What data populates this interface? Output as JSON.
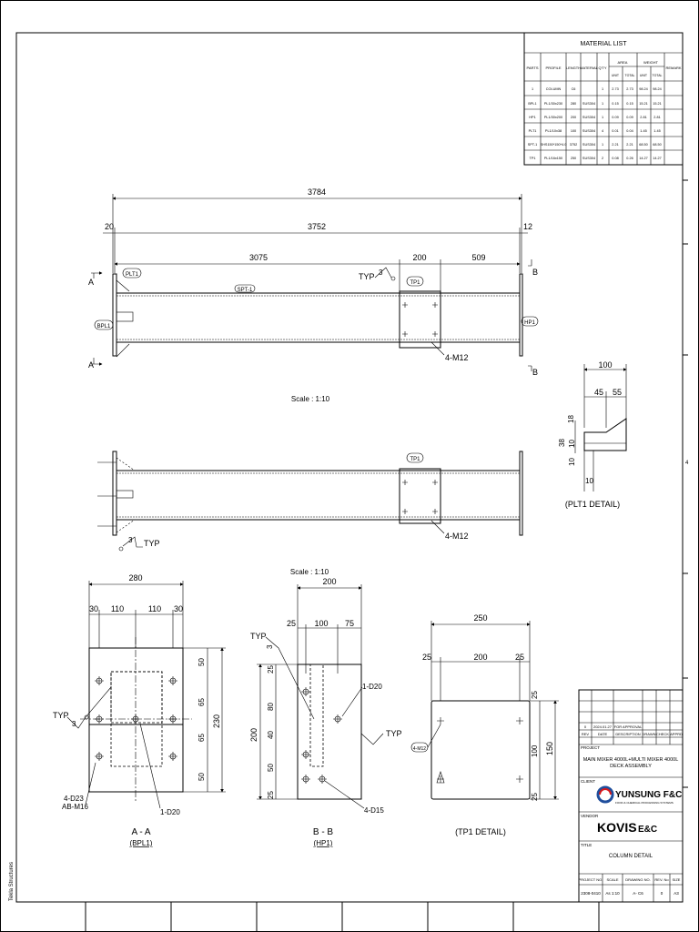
{
  "material_list": {
    "title": "MATERIAL LIST",
    "headers": [
      "PARTS",
      "PROFILE",
      "LENGTH",
      "MATERIAL",
      "Q'TY",
      "AREA",
      "WEIGHT",
      "REMARK"
    ],
    "sub_headers": [
      "UNIT",
      "TOTAL",
      "UNIT",
      "TOTAL"
    ],
    "rows": [
      [
        "1",
        "COLUMN",
        "C6",
        "",
        "1",
        "2.73",
        "2.73",
        "98.24",
        "98.24",
        ""
      ],
      [
        "BPL1",
        "PL1/30x230",
        "280",
        "SUS304",
        "1",
        "0.15",
        "0.15",
        "15.21",
        "15.21",
        ""
      ],
      [
        "HP1",
        "PL1/30x200",
        "200",
        "SUS304",
        "1",
        "0.09",
        "0.09",
        "2.81",
        "2.81",
        ""
      ],
      [
        "PLT1",
        "PL1/10x38",
        "100",
        "SUS304",
        "4",
        "0.01",
        "0.04",
        "1.45",
        "1.45",
        ""
      ],
      [
        "SPT-1",
        "SHS150*150*4.0",
        "3752",
        "SUS304",
        "1",
        "2.21",
        "2.21",
        "68.50",
        "68.50",
        ""
      ],
      [
        "TP1",
        "PL1/16x150",
        "250",
        "SUS304",
        "2",
        "0.08",
        "0.26",
        "14.27",
        "14.27",
        ""
      ]
    ]
  },
  "main_view": {
    "dim_overall": "3784",
    "dim_inner": "3752",
    "dim_left": "20",
    "dim_right": "12",
    "dim_seg1": "3075",
    "dim_seg2": "200",
    "dim_seg3": "509",
    "section_a": "A",
    "section_b": "B",
    "tag_plt1": "PLT1",
    "tag_spt1": "SPT-1",
    "tag_tp1": "TP1",
    "tag_bpl1": "BPL1",
    "tag_hp1": "HP1",
    "typ": "TYP",
    "weld": "3",
    "bolt": "4-M12",
    "scale": "Scale : 1:10"
  },
  "side_view": {
    "tag_tp1": "TP1",
    "bolt": "4-M12",
    "typ": "TYP",
    "weld": "3"
  },
  "plt1_detail": {
    "dim_top": "100",
    "dim_45": "45",
    "dim_55": "55",
    "dim_18": "18",
    "dim_38": "38",
    "dim_10a": "10",
    "dim_10b": "10",
    "dim_10c": "10",
    "caption": "(PLT1 DETAIL)"
  },
  "section_aa": {
    "dim_280": "280",
    "dims_bottom": [
      "30",
      "110",
      "110",
      "30"
    ],
    "dims_side": [
      "50",
      "65",
      "65",
      "50"
    ],
    "dim_230": "230",
    "typ": "TYP",
    "weld": "3",
    "hole_label_1": "4-D23",
    "hole_label_2": "AB-M16",
    "centre_hole": "1-D20",
    "title": "A - A",
    "sub": "(BPL1)"
  },
  "section_bb": {
    "scale": "Scale : 1:10",
    "dim_200": "200",
    "dims_top": [
      "25",
      "100",
      "75"
    ],
    "typ_top": "TYP",
    "weld": "3",
    "dim_200v": "200",
    "dims_side": [
      "25",
      "80",
      "40",
      "50",
      "25"
    ],
    "label_d20": "1-D20",
    "typ_right": "TYP",
    "label_d15": "4-D15",
    "title": "B - B",
    "sub": "(HP1)"
  },
  "tp1_detail": {
    "dim_250": "250",
    "dims_top": [
      "25",
      "200",
      "25"
    ],
    "dims_side": [
      "25",
      "100",
      "25"
    ],
    "dim_150": "150",
    "bolt": "4-M12",
    "caption": "(TP1 DETAIL)"
  },
  "title_block": {
    "rev_row": [
      "0",
      "2024.01.27",
      "FOR APPROVAL"
    ],
    "rev_headers": [
      "REV",
      "DATE",
      "DESCRIPTION",
      "DRAWN",
      "CHECK",
      "APPRD"
    ],
    "project_label": "PROJECT",
    "project_line1": "MAIN MIXER 4000L+MULTI MIXER 4000L",
    "project_line2": "DECK ASSEMBLY",
    "client_label": "CLIENT",
    "client_name": "YUNSUNG F&C",
    "client_sub": "FOOD & CHEMICAL PROCESSING SYSTEMS",
    "vendor_label": "VENDOR",
    "vendor_name": "KOVIS",
    "vendor_suffix": "E&C",
    "title_label": "TITLE",
    "title_value": "COLUMN DETAIL",
    "footer_headers": [
      "PROJECT NO.",
      "SCALE",
      "DRAWING NO.",
      "REV. No",
      "SIZE"
    ],
    "footer_values": [
      "2308-0410",
      "As 1:10",
      "A- C6",
      "0",
      "A3"
    ],
    "brand_blue": "#1f4e9c",
    "brand_red": "#d7191c"
  },
  "frame": {
    "side_text": "Tekla Structures",
    "zone_4": "4"
  }
}
